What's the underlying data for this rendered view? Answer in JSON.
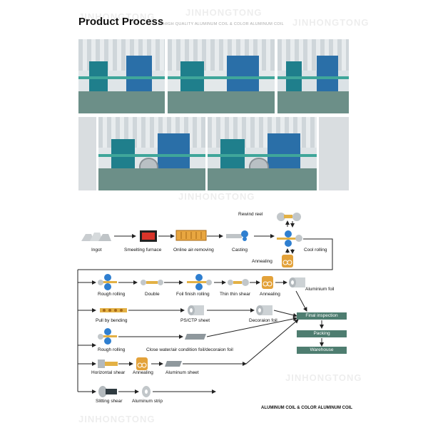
{
  "header": {
    "title": "Product Process",
    "subtitle": "HIGH QUALITY ALUMINUM COIL & COLOR ALUMINUM COIL"
  },
  "watermark": "JINHONGTONG",
  "labels": {
    "rewind_reel": "Rewind reel",
    "ingot": "Ingot",
    "smelting_furnace": "Smeelting furnace",
    "online_air_removing": "Online air-removing",
    "casting": "Casting",
    "cool_rolling": "Cool rolling",
    "annealing_top": "Annealing",
    "rough_rolling_1": "Rough rolling",
    "double": "Double",
    "foil_finish_rolling": "Foil finish rolling",
    "thin_thin_shear": "Thin thin shear",
    "annealing_mid": "Annealing",
    "aluminium_foil": "Aluminium foil",
    "pull_by_bending": "Pull by bending",
    "ps_ctp_sheet": "PS/CTP sheet",
    "decoration_foil": "Decoraion foil",
    "rough_rolling_2": "Rough rolling",
    "close_water": "Close water/air condition foil/decoraion foil",
    "horizontal_shear": "Horizontal shear",
    "annealing_low": "Annealing",
    "aluminum_sheet": "Aluminum sheet",
    "slitting_shear": "Slitting shear",
    "aluminum_strip": "Aluminum strip"
  },
  "final_steps": [
    "Final inspection",
    "Packing",
    "Warehouse"
  ],
  "footer": "ALUMINUM COIL & COLOR ALUMINUM COIL",
  "colors": {
    "step_box": "#4e7d70",
    "arrow": "#222222",
    "machine_teal": "#1f7f8c",
    "coil_gold": "#d79a2a",
    "roller_blue": "#2f7fd0"
  }
}
